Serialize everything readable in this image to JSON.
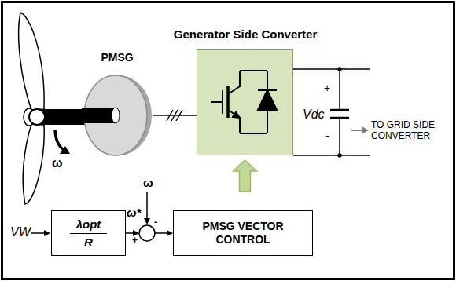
{
  "diagram": {
    "nodes": [
      {
        "text": [
          "PMSG"
        ]
      },
      {
        "text": [
          "Generator Side Converter"
        ]
      },
      {
        "text": [
          "λopt",
          "R"
        ]
      },
      {
        "text": [
          "PMSG VECTOR CONTROL"
        ]
      }
    ],
    "edges": [
      {
        "from": 0,
        "to": 1,
        "arrow": "none"
      },
      {
        "from": 2,
        "to": 3,
        "arrow": "to"
      },
      {
        "from": 3,
        "to": 1,
        "arrow": "to"
      }
    ],
    "labels": [
      "ω",
      "ω*",
      "ω",
      "+",
      "-",
      "Vdc",
      "+",
      "-",
      "TO GRID SIDE CONVERTER",
      "VW"
    ]
  }
}
